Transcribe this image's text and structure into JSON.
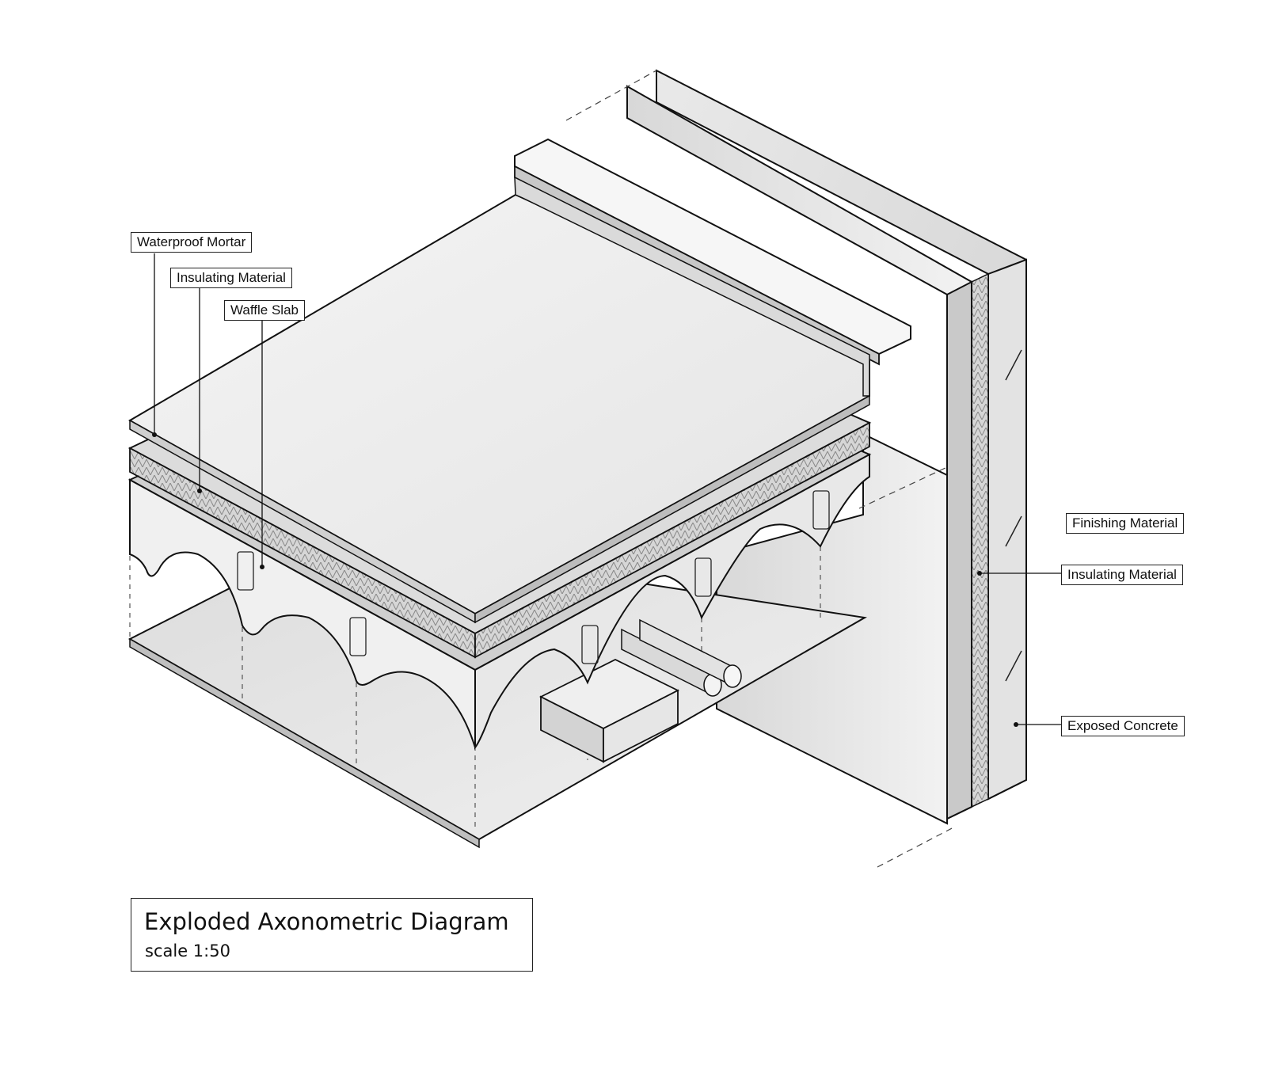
{
  "labels_left": {
    "waterproof_mortar": "Waterproof Mortar",
    "insulating_material": "Insulating Material",
    "waffle_slab": "Waffle Slab"
  },
  "labels_right": {
    "finishing_material": "Finishing Material",
    "insulating_material": "Insulating Material",
    "exposed_concrete": "Exposed Concrete"
  },
  "title_block": {
    "title": "Exploded Axonometric Diagram",
    "scale": "scale 1:50"
  }
}
